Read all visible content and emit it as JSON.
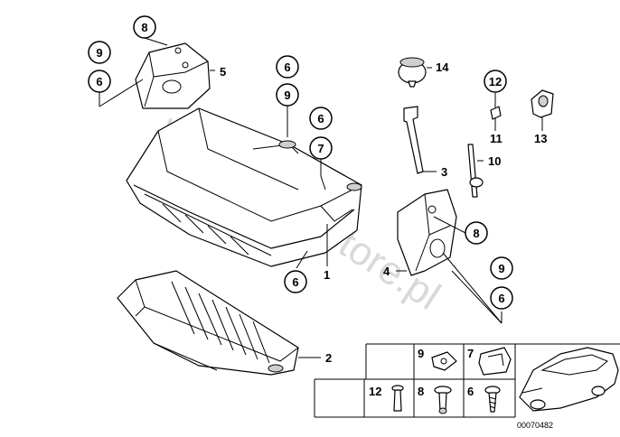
{
  "watermark": "www.BMWstore.pl",
  "diagram_code": "00070482",
  "callouts": {
    "c8_top": "8",
    "c9_left": "9",
    "c6_left": "6",
    "c5": "5",
    "c6_mid_top": "6",
    "c9_mid": "9",
    "c6_mid2": "6",
    "c7_mid": "7",
    "c14": "14",
    "c12_top": "12",
    "c11": "11",
    "c13": "13",
    "c3": "3",
    "c10": "10",
    "c8_right": "8",
    "c4": "4",
    "c9_right": "9",
    "c6_right": "6",
    "c6_bottom": "6",
    "c1": "1",
    "c2": "2"
  },
  "legend_table": {
    "row1": [
      "9",
      "7"
    ],
    "row2": [
      "12",
      "8",
      "6"
    ]
  }
}
